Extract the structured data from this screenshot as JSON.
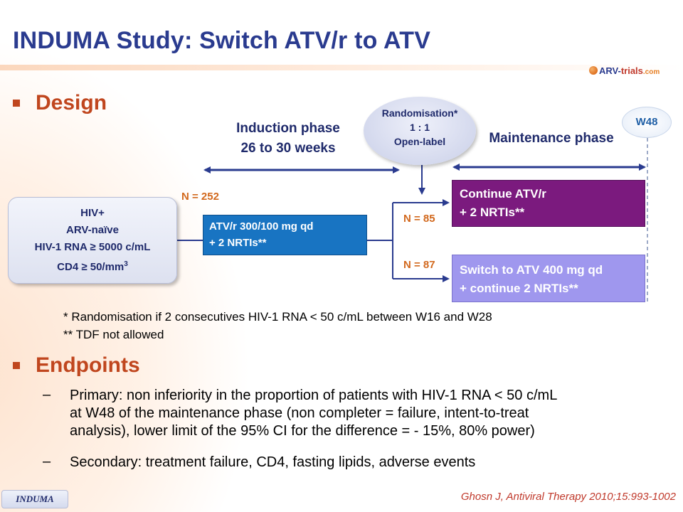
{
  "slide": {
    "title": "INDUMA Study: Switch ATV/r to ATV",
    "logo": {
      "ball": "logo-ball-icon",
      "arv": "ARV-",
      "trials": "trials",
      "com": ".com"
    },
    "footer_tag": "INDUMA",
    "citation": "Ghosn J, Antiviral Therapy 2010;15:993-1002"
  },
  "design": {
    "heading": "Design",
    "induction_phase": [
      "Induction phase",
      "26 to 30 weeks"
    ],
    "maintenance_phase": "Maintenance phase",
    "randomisation": [
      "Randomisation*",
      "1 : 1",
      "Open-label"
    ],
    "w48": "W48",
    "n_total": "N = 252",
    "n_arm1": "N = 85",
    "n_arm2": "N = 87",
    "population": [
      "HIV+",
      "ARV-naïve",
      "HIV-1 RNA ≥ 5000 c/mL",
      "CD4 ≥ 50/mm",
      "3"
    ],
    "induction_regimen": [
      "ATV/r 300/100 mg qd",
      "+ 2 NRTIs**"
    ],
    "arm_continue": [
      "Continue ATV/r",
      "+ 2 NRTIs**"
    ],
    "arm_switch": [
      "Switch to ATV 400 mg qd",
      "+ continue 2 NRTIs**"
    ],
    "footnotes": [
      "* Randomisation if 2 consecutives HIV-1 RNA  < 50 c/mL between W16 and W28",
      "** TDF not allowed"
    ]
  },
  "endpoints": {
    "heading": "Endpoints",
    "items": [
      {
        "dash": "–",
        "lines": [
          "Primary: non inferiority in the proportion of patients with HIV-1 RNA < 50 c/mL",
          "at W48 of the maintenance phase (non completer = failure, intent-to-treat",
          "analysis), lower limit of the 95% CI for the difference = - 15%, 80% power)"
        ]
      },
      {
        "dash": "–",
        "lines": [
          "Secondary: treatment failure, CD4, fasting lipids, adverse events"
        ]
      }
    ]
  },
  "colors": {
    "title": "#2a3b8f",
    "section": "#c0461e",
    "induction_box": "#1874c2",
    "continue_box": "#7b1a7e",
    "switch_box": "#9f97ee",
    "n_labels": "#d2691e"
  }
}
